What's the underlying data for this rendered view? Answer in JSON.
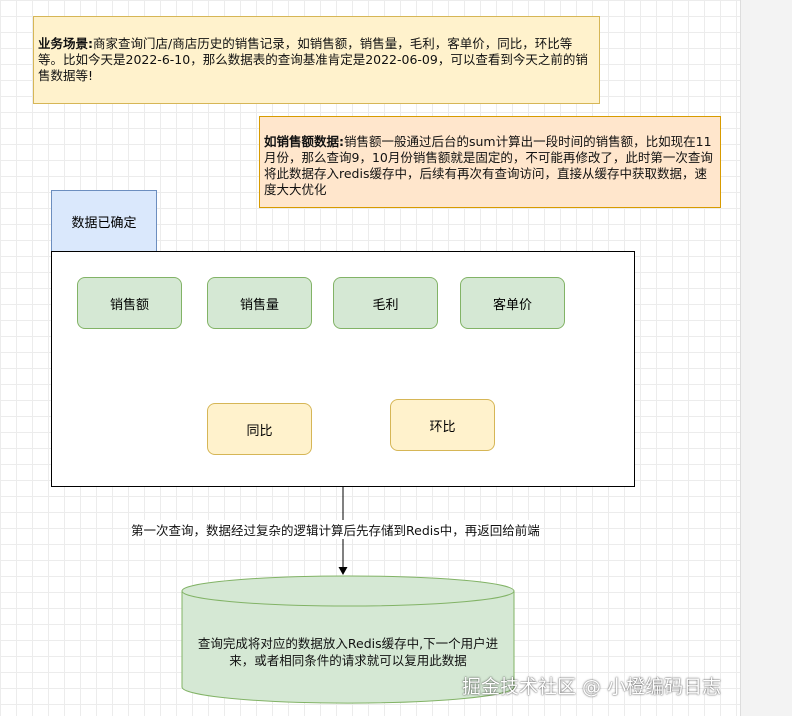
{
  "notes": {
    "scenario": {
      "title": "业务场景:",
      "text": "商家查询门店/商店历史的销售记录，如销售额，销售量，毛利，客单价，同比，环比等等。比如今天是2022-6-10，那么数据表的查询基准肯定是2022-06-09，可以查看到今天之前的销售数据等!"
    },
    "sales_example": {
      "title": "如销售额数据:",
      "text": "销售额一般通过后台的sum计算出一段时间的销售额，比如现在11月份，那么查询9，10月份销售额就是固定的，不可能再修改了，此时第一次查询将此数据存入redis缓存中，后续有再次有查询访问，直接从缓存中获取数据，速度大大优化"
    }
  },
  "group": {
    "label": "数据已确定",
    "metrics": [
      "销售额",
      "销售量",
      "毛利",
      "客单价"
    ],
    "comparisons": [
      "同比",
      "环比"
    ]
  },
  "edge_label": "第一次查询，数据经过复杂的逻辑计算后先存储到Redis中，再返回给前端",
  "cache": {
    "text": "查询完成将对应的数据放入Redis缓存中,下一个用户进来，或者相同条件的请求就可以复用此数据"
  },
  "watermark": "掘金技术社区 @ 小橙编码日志",
  "colors": {
    "note_fill": "#fff2cc",
    "note2_fill": "#ffe6cc",
    "tag_fill": "#dae8fc",
    "green_fill": "#d5e8d4",
    "yellow_fill": "#fff2cc"
  }
}
